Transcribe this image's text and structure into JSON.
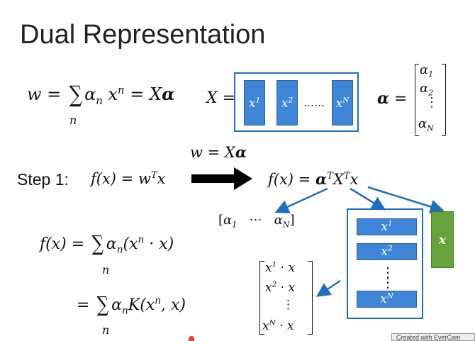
{
  "slide": {
    "title": "Dual Representation",
    "step_label": "Step 1:",
    "col_labels": [
      "x",
      "x",
      "x"
    ],
    "col_sup": [
      "1",
      "2",
      "N"
    ],
    "row_sup": [
      "1",
      "2",
      "N"
    ],
    "ellipsis_dots": "……",
    "vdots": "⋮",
    "green_label": "x",
    "alpha_vec": [
      "α",
      "α",
      "α"
    ],
    "alpha_sub": [
      "1",
      "2",
      "N"
    ],
    "watermark": "Created with EverCam",
    "accent_color": "#3f86d8",
    "border_color": "#1f6fc0",
    "green_color": "#66a33b"
  }
}
